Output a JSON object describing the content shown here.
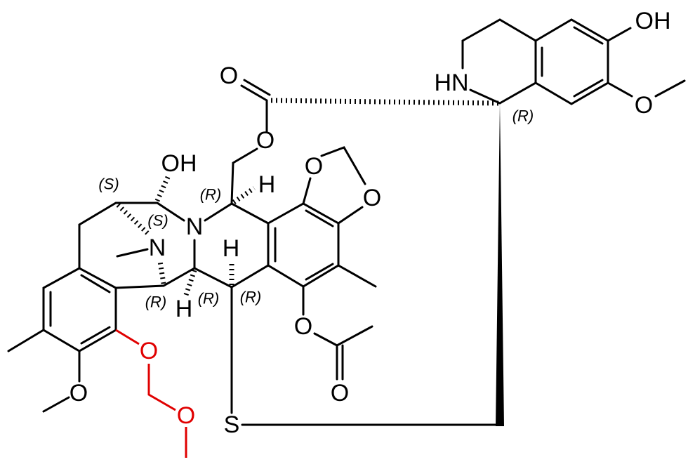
{
  "diagram": {
    "type": "chemical-structure"
  },
  "atoms": {
    "oh_top": "OH",
    "o_methoxy_right": "O",
    "hn": "HN",
    "o_carbonyl": "O",
    "o_ester": "O",
    "o_dioxole_1": "O",
    "o_dioxole_2": "O",
    "oh_left": "OH",
    "n_main": "N",
    "n_bridge": "N",
    "h_1": "H",
    "h_2": "H",
    "h_3": "H",
    "o_acetate": "O",
    "o_acetyl_carbonyl": "O",
    "o_mom_1": "O",
    "o_mom_2": "O",
    "o_methoxy_left": "O",
    "s": "S"
  },
  "stereo": {
    "c1": "(R)",
    "s_top": "(S)",
    "s_mid": "(S)",
    "r_c11": "(R)",
    "r_a": "(R)",
    "r_b": "(R)",
    "r_c": "(R)"
  },
  "colors": {
    "bond": "#000000",
    "mom_highlight": "#e00000"
  }
}
